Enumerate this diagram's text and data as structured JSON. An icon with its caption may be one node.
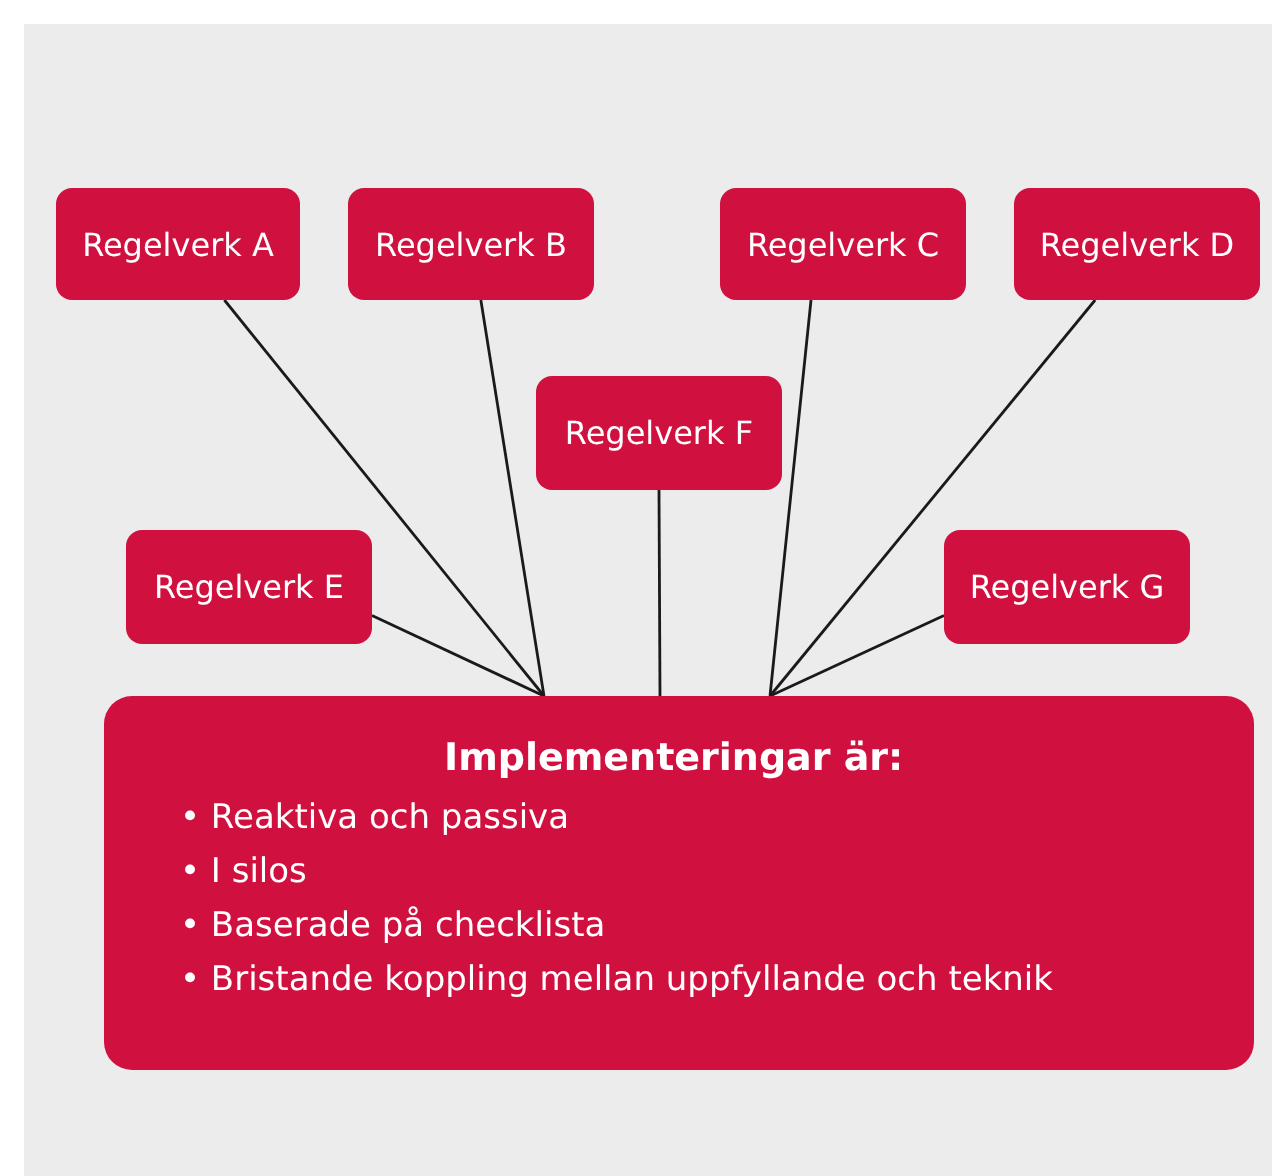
{
  "diagram": {
    "nodes": [
      {
        "text": [
          "Regelverk A"
        ]
      },
      {
        "text": [
          "Regelverk B"
        ]
      },
      {
        "text": [
          "Regelverk C"
        ]
      },
      {
        "text": [
          "Regelverk D"
        ]
      },
      {
        "text": [
          "Regelverk F"
        ]
      },
      {
        "text": [
          "Regelverk E"
        ]
      },
      {
        "text": [
          "Regelverk G"
        ]
      },
      {
        "text": [
          "Implementeringar är:",
          "• Reaktiva och passiva",
          "• I silos",
          "• Baserade på checklista",
          "• Bristande koppling mellan uppfyllande och teknik"
        ]
      }
    ],
    "edges": [
      {
        "from": 0,
        "to": 7,
        "arrow": "none"
      },
      {
        "from": 1,
        "to": 7,
        "arrow": "none"
      },
      {
        "from": 5,
        "to": 7,
        "arrow": "none"
      },
      {
        "from": 4,
        "to": 7,
        "arrow": "none"
      },
      {
        "from": 2,
        "to": 7,
        "arrow": "none"
      },
      {
        "from": 3,
        "to": 7,
        "arrow": "none"
      },
      {
        "from": 6,
        "to": 7,
        "arrow": "none"
      }
    ]
  }
}
